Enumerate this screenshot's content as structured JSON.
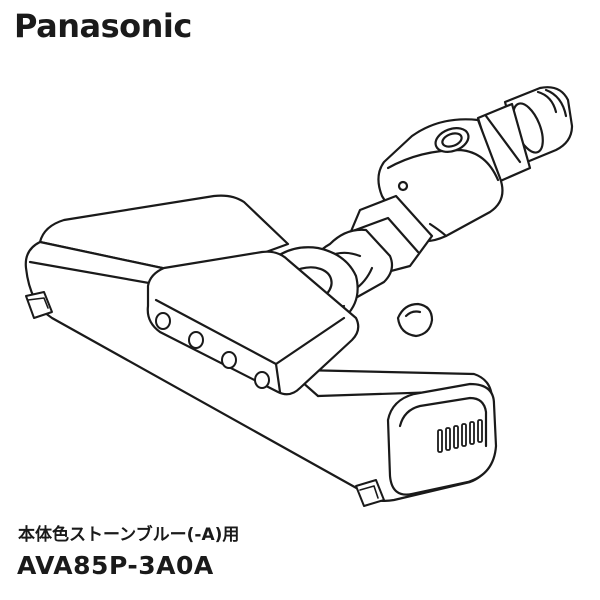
{
  "brand": {
    "logo_text": "Panasonic"
  },
  "product": {
    "color_caption": "本体色ストーンブルー(-A)用",
    "model_number": "AVA85P-3A0A",
    "illustration": "vacuum-floor-nozzle-line-drawing"
  },
  "colors": {
    "text": "#1a1a1a",
    "line": "#1a1a1a",
    "background": "#ffffff"
  }
}
